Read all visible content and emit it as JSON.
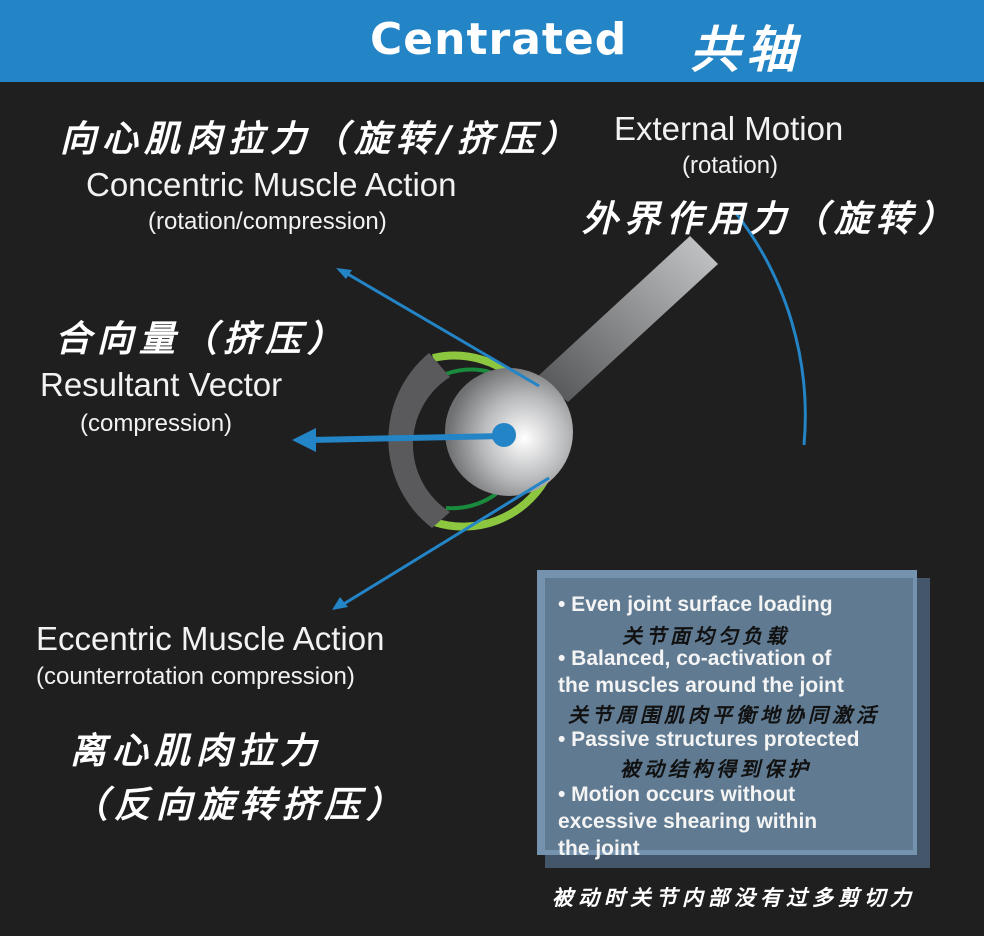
{
  "header": {
    "title": "Centrated",
    "title_cn": "共轴",
    "bg_color": "#2384c6"
  },
  "labels": {
    "concentric": {
      "cn": "向心肌肉拉力（旋转/挤压）",
      "en": "Concentric Muscle Action",
      "sub": "(rotation/compression)"
    },
    "external": {
      "en": "External Motion",
      "sub": "(rotation)",
      "cn": "外界作用力（旋转）"
    },
    "resultant": {
      "cn": "合向量（挤压）",
      "en": "Resultant Vector",
      "sub": "(compression)"
    },
    "eccentric": {
      "en": "Eccentric Muscle Action",
      "sub": "(counterrotation compression)",
      "cn_line1": "离心肌肉拉力",
      "cn_line2": "（反向旋转挤压）"
    }
  },
  "info_box": {
    "bullets": [
      {
        "en": [
          "• Even joint surface loading"
        ],
        "cn": "关节面均匀负载"
      },
      {
        "en": [
          "• Balanced, co-activation of",
          "the muscles around the joint"
        ],
        "cn": "关节周围肌肉平衡地协同激活"
      },
      {
        "en": [
          "• Passive structures protected"
        ],
        "cn": "被动结构得到保护"
      },
      {
        "en": [
          "• Motion occurs without",
          "excessive shearing within",
          "the joint"
        ]
      }
    ],
    "footer_cn": "被动时关节内部没有过多剪切力"
  },
  "colors": {
    "background": "#201f20",
    "arrow_blue": "#2384c6",
    "ring_light_green": "#8dc63f",
    "ring_dark_green": "#1a8a3c",
    "socket_gray": "#5a5a5c",
    "box_fill": "#5f7a91",
    "box_border": "#7593ae"
  }
}
